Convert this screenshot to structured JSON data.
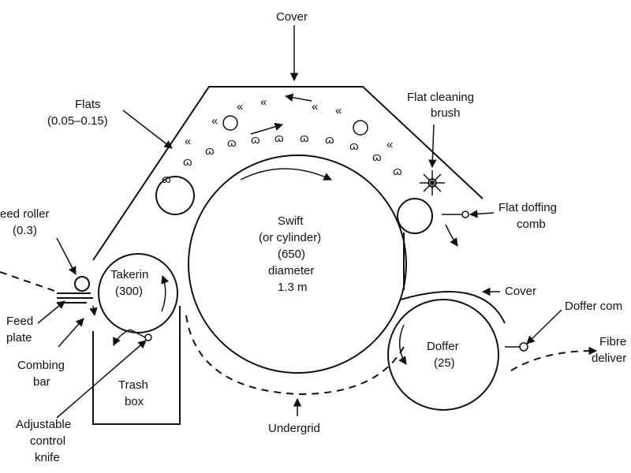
{
  "labels": {
    "cover_top": "Cover",
    "flats": [
      "Flats",
      "(0.05–0.15)"
    ],
    "flat_cleaning": [
      "Flat cleaning",
      "brush"
    ],
    "flat_doffing": [
      "Flat doffing",
      "comb"
    ],
    "feed_roller": [
      "eed roller",
      "(0.3)"
    ],
    "takerin": [
      "Takerin",
      "(300)"
    ],
    "swift": [
      "Swift",
      "(or cylinder)",
      "(650)",
      "diameter",
      "1.3 m"
    ],
    "feed_plate": [
      "Feed",
      "plate"
    ],
    "combing_bar": [
      "Combing",
      "bar"
    ],
    "adjustable_knife": [
      "Adjustable",
      "control",
      "knife"
    ],
    "trash_box": [
      "Trash",
      "box"
    ],
    "undergrid": "Undergrid",
    "cover_doffer": "Cover",
    "doffer": [
      "Doffer",
      "(25)"
    ],
    "doffer_comb": "Doffer com",
    "fibre_delivery": [
      "Fibre",
      "deliver"
    ]
  },
  "colors": {
    "ink": "#111111",
    "background": "#ffffff"
  }
}
